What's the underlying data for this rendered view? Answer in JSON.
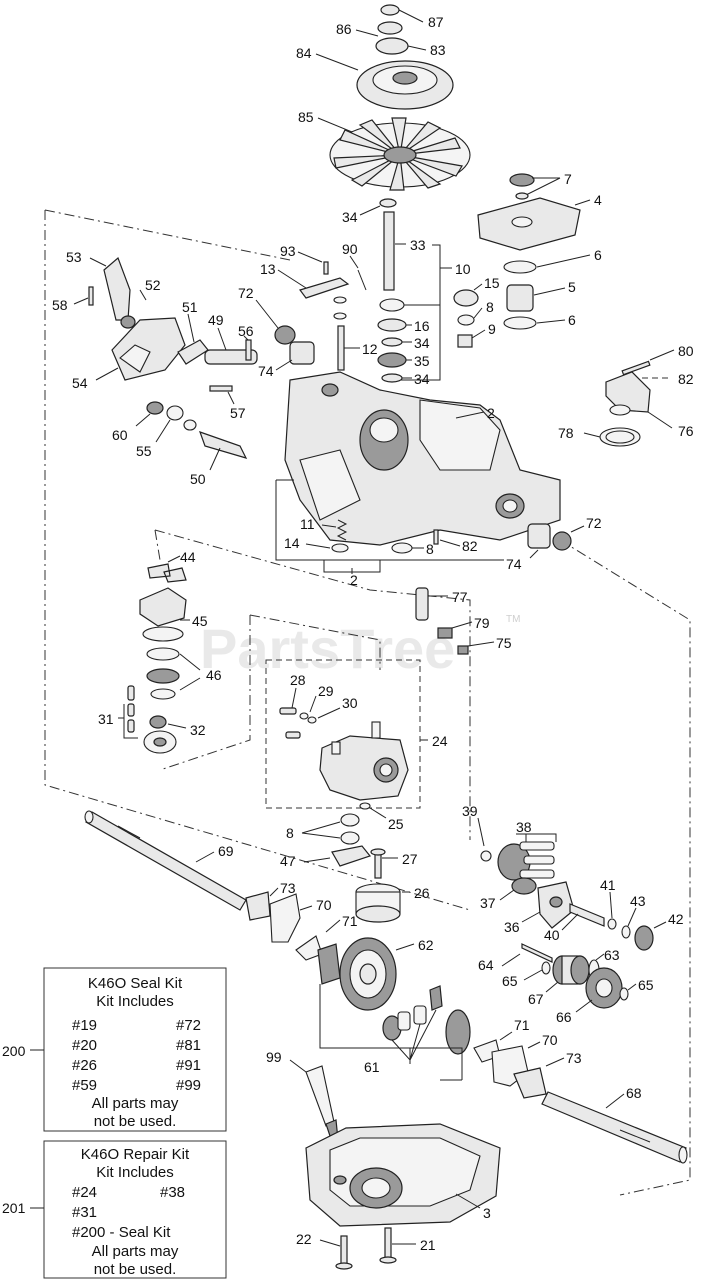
{
  "watermark": "PartsTree",
  "watermark_tm": "TM",
  "labels": {
    "p87": "87",
    "p86": "86",
    "p83": "83",
    "p84": "84",
    "p85": "85",
    "p7": "7",
    "p4": "4",
    "p34a": "34",
    "p33": "33",
    "p10": "10",
    "p93": "93",
    "p90": "90",
    "p13": "13",
    "p6a": "6",
    "p15": "15",
    "p5": "5",
    "p8a": "8",
    "p6b": "6",
    "p9": "9",
    "p16": "16",
    "p34b": "34",
    "p35": "35",
    "p34c": "34",
    "p53": "53",
    "p52": "52",
    "p58": "58",
    "p51": "51",
    "p49": "49",
    "p72a": "72",
    "p56": "56",
    "p12": "12",
    "p54": "54",
    "p74a": "74",
    "p57": "57",
    "p80": "80",
    "p82a": "82",
    "p60": "60",
    "p55": "55",
    "p2a": "2",
    "p76": "76",
    "p78": "78",
    "p50": "50",
    "p11": "11",
    "p14": "14",
    "p8b": "8",
    "p82b": "82",
    "p72b": "72",
    "p74b": "74",
    "p2b": "2",
    "p44": "44",
    "p77": "77",
    "p45": "45",
    "p79": "79",
    "p75": "75",
    "p46": "46",
    "p28": "28",
    "p29": "29",
    "p30": "30",
    "p31": "31",
    "p32": "32",
    "p24": "24",
    "p25": "25",
    "p39": "39",
    "p38": "38",
    "p8c": "8",
    "p69": "69",
    "p47": "47",
    "p27": "27",
    "p73a": "73",
    "p26": "26",
    "p37": "37",
    "p41": "41",
    "p43": "43",
    "p70a": "70",
    "p36": "36",
    "p40": "40",
    "p42": "42",
    "p71a": "71",
    "p62": "62",
    "p63": "63",
    "p64": "64",
    "p65a": "65",
    "p65b": "65",
    "p67": "67",
    "p66": "66",
    "p71b": "71",
    "p70b": "70",
    "p61": "61",
    "p73b": "73",
    "p99": "99",
    "p68": "68",
    "p3": "3",
    "p22": "22",
    "p21": "21",
    "p200": "200",
    "p201": "201"
  },
  "seal_kit": {
    "title": "K46O Seal Kit",
    "subtitle": "Kit Includes",
    "items": [
      [
        "#19",
        "#72"
      ],
      [
        "#20",
        "#81"
      ],
      [
        "#26",
        "#91"
      ],
      [
        "#59",
        "#99"
      ]
    ],
    "note1": "All parts may",
    "note2": "not be used."
  },
  "repair_kit": {
    "title": "K46O Repair Kit",
    "subtitle": "Kit Includes",
    "row1a": "#24",
    "row1b": "#38",
    "row2": "#31",
    "row3": "#200 - Seal Kit",
    "note1": "All parts may",
    "note2": "not be used."
  }
}
